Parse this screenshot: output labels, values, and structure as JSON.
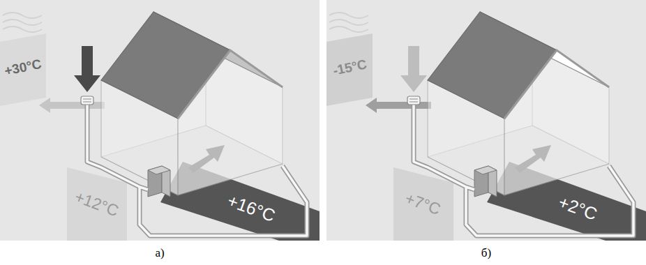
{
  "diagram": {
    "labels": [
      "+30°C",
      "+12°C",
      "+16°C",
      "а)",
      "-15°C",
      "+7°C",
      "+2°C",
      "б)"
    ]
  }
}
